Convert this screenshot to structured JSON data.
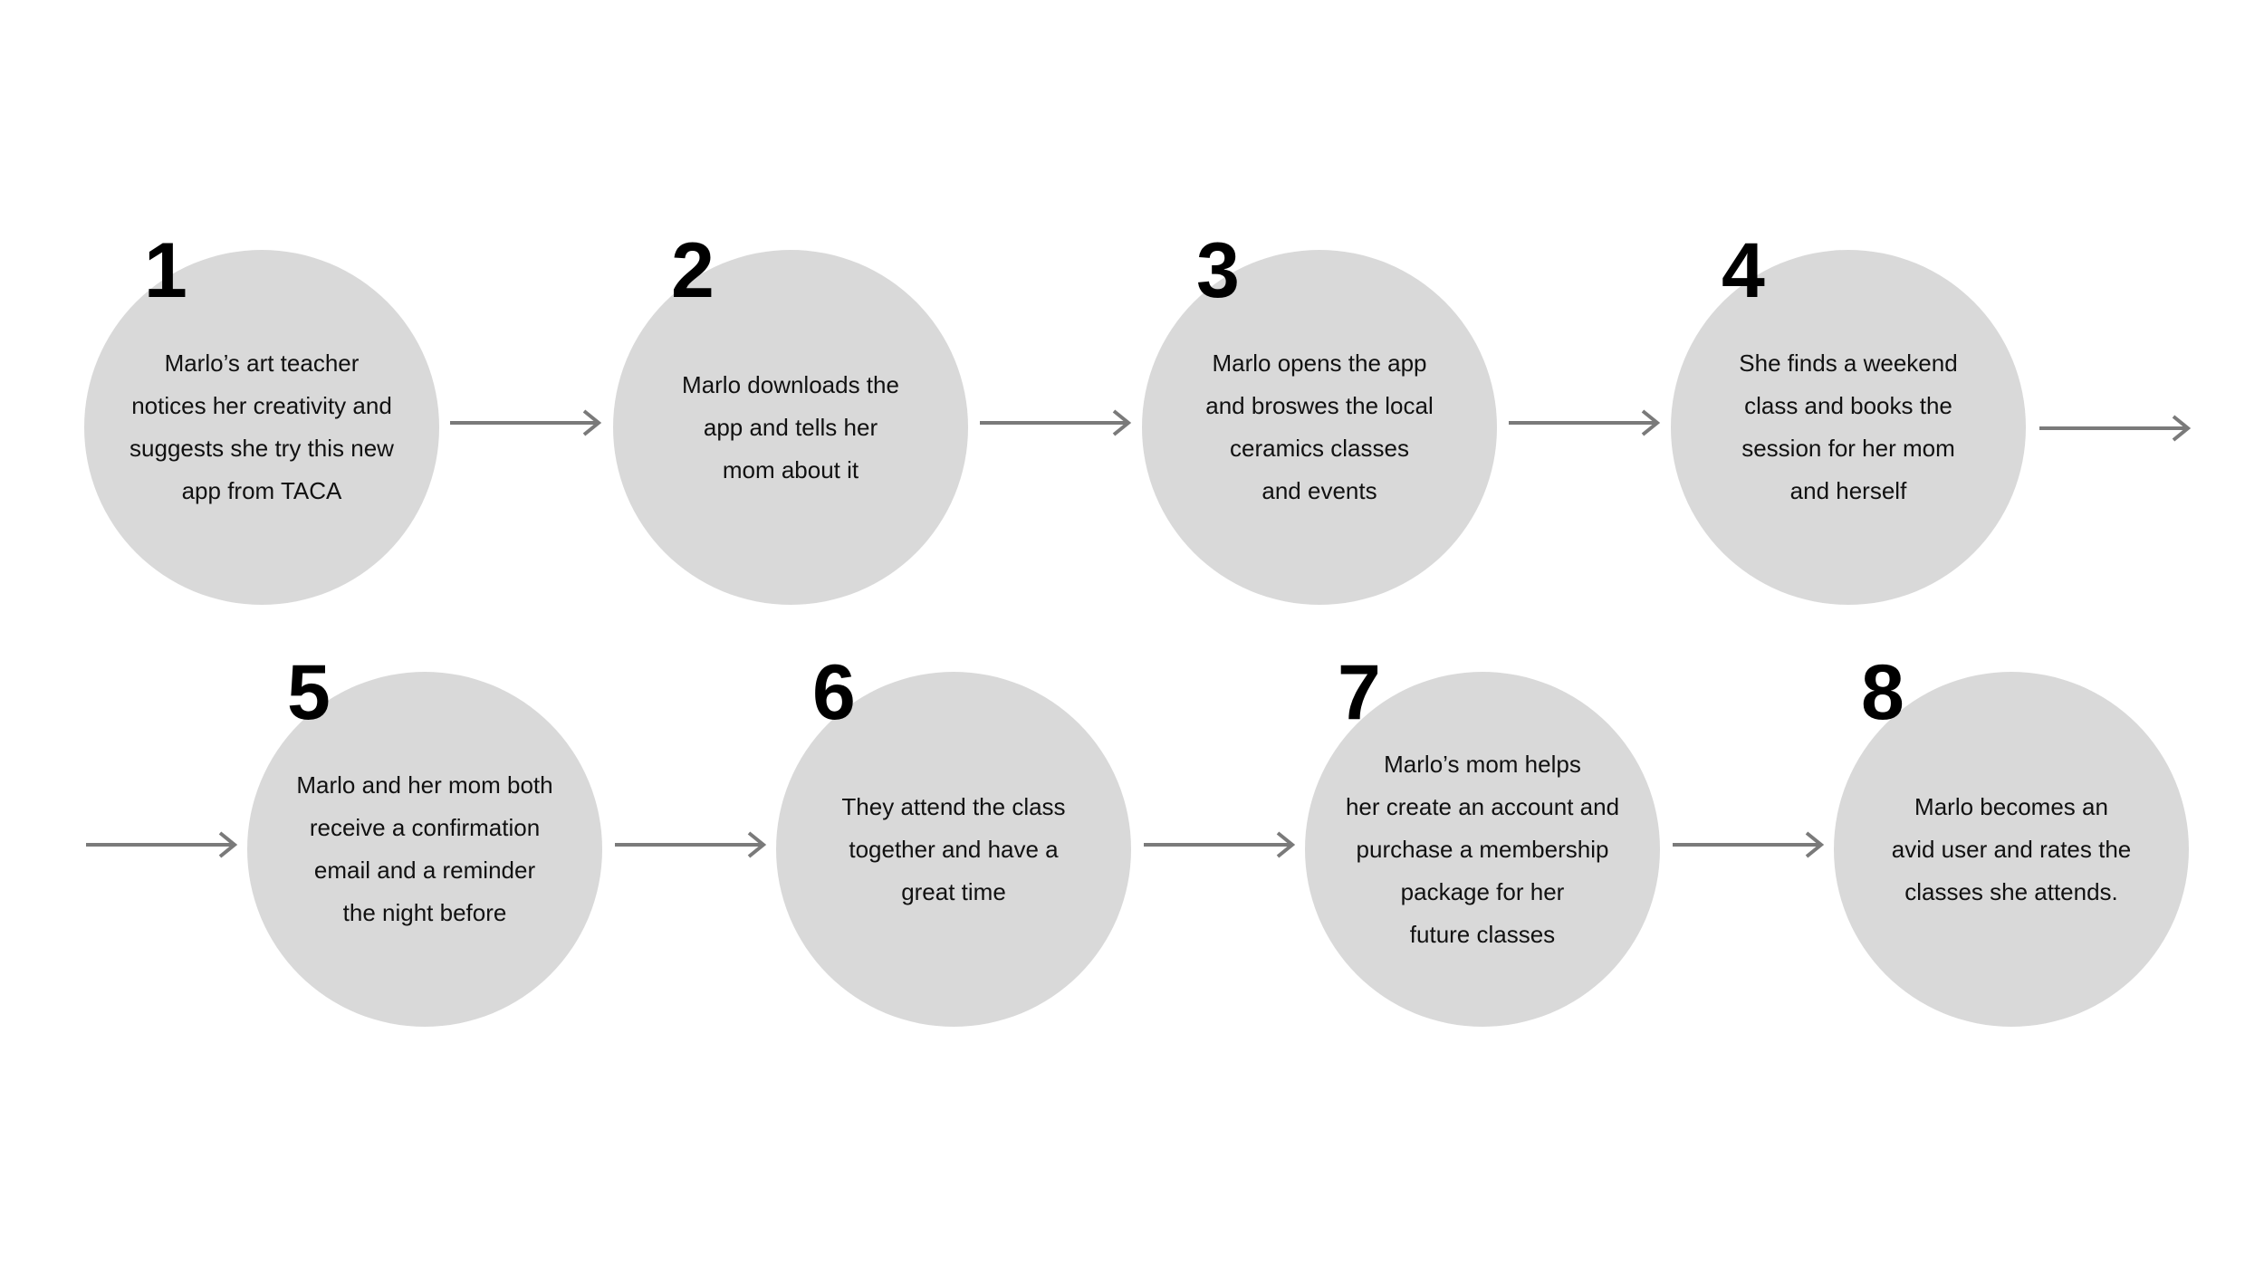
{
  "steps": [
    {
      "number": "1",
      "text": "Marlo’s art teacher\nnotices her creativity and\nsuggests she try this new\napp from TACA"
    },
    {
      "number": "2",
      "text": "Marlo downloads the\napp and tells her\nmom about it"
    },
    {
      "number": "3",
      "text": "Marlo opens the app\nand broswes the local\nceramics classes\nand events"
    },
    {
      "number": "4",
      "text": "She finds a weekend\nclass and books the\nsession for her mom\nand herself"
    },
    {
      "number": "5",
      "text": "Marlo and her mom both\nreceive a confirmation\nemail and a reminder\nthe night before"
    },
    {
      "number": "6",
      "text": "They attend the class\ntogether and have a\ngreat time"
    },
    {
      "number": "7",
      "text": "Marlo’s mom helps\nher create an account and\npurchase a membership\npackage for her\nfuture classes"
    },
    {
      "number": "8",
      "text": "Marlo becomes an\navid user and rates the\nclasses she attends."
    }
  ],
  "colors": {
    "circle": "#d9d9d9",
    "arrow": "#7a7a7a",
    "number": "#000000",
    "text": "#111111"
  }
}
